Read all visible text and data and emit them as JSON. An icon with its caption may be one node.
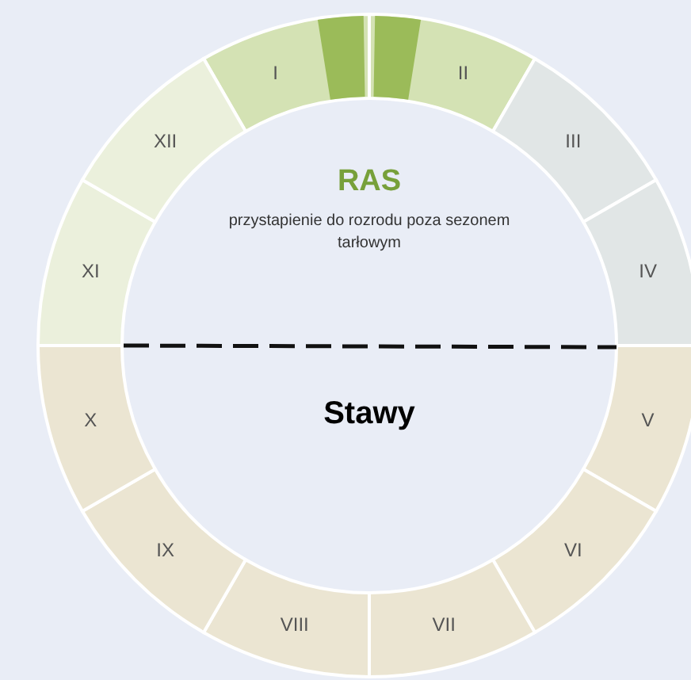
{
  "diagram": {
    "nodes": [
      {
        "text": [
          "I"
        ]
      },
      {
        "text": [
          "II"
        ]
      },
      {
        "text": [
          "III"
        ]
      },
      {
        "text": [
          "IV"
        ]
      },
      {
        "text": [
          "V"
        ]
      },
      {
        "text": [
          "VI"
        ]
      },
      {
        "text": [
          "VII"
        ]
      },
      {
        "text": [
          "VIII"
        ]
      },
      {
        "text": [
          "IX"
        ]
      },
      {
        "text": [
          "X"
        ]
      },
      {
        "text": [
          "XI"
        ]
      },
      {
        "text": [
          "XII"
        ]
      }
    ],
    "labels": [
      "RAS",
      "przystapienie do rozrodu poza sezonem tarłowym",
      "Stawy"
    ]
  }
}
